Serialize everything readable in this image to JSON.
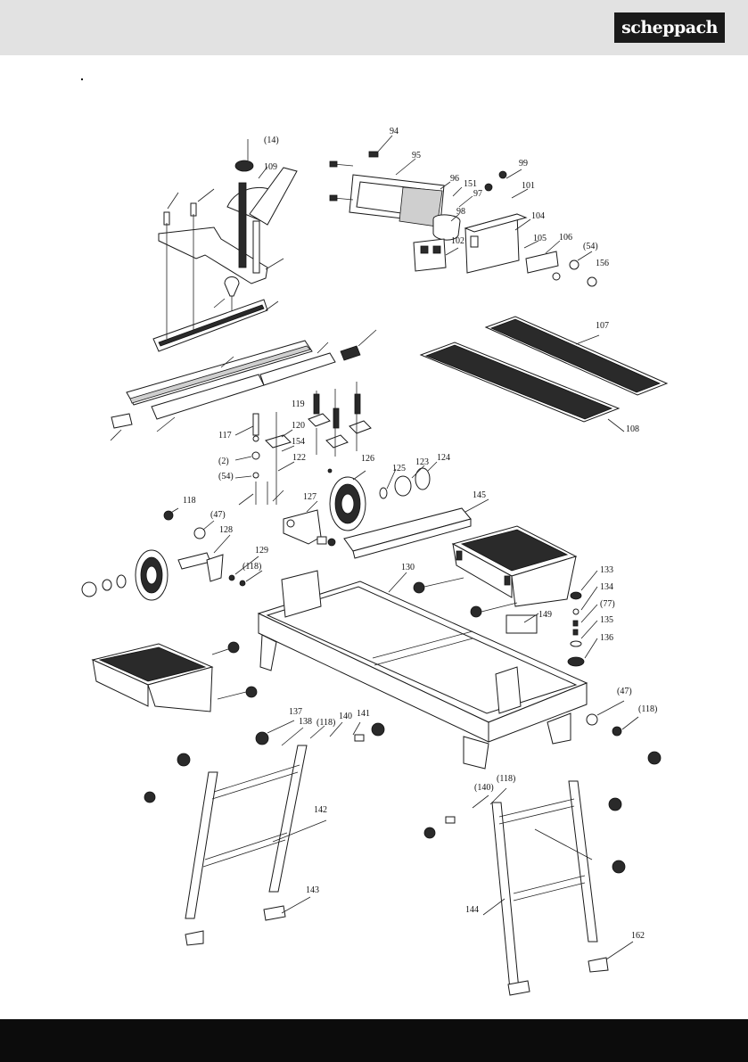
{
  "header": {
    "brand": "scheppach"
  },
  "labels": [
    {
      "id": "l14",
      "text": "(14)"
    },
    {
      "id": "l109",
      "text": "109"
    },
    {
      "id": "l94",
      "text": "94"
    },
    {
      "id": "l95",
      "text": "95"
    },
    {
      "id": "l96",
      "text": "96"
    },
    {
      "id": "l151",
      "text": "151"
    },
    {
      "id": "l97",
      "text": "97"
    },
    {
      "id": "l99",
      "text": "99"
    },
    {
      "id": "l101",
      "text": "101"
    },
    {
      "id": "l98",
      "text": "98"
    },
    {
      "id": "l104",
      "text": "104"
    },
    {
      "id": "l102",
      "text": "102"
    },
    {
      "id": "l105",
      "text": "105"
    },
    {
      "id": "l106",
      "text": "106"
    },
    {
      "id": "l54a",
      "text": "(54)"
    },
    {
      "id": "l156",
      "text": "156"
    },
    {
      "id": "l107",
      "text": "107"
    },
    {
      "id": "l108",
      "text": "108"
    },
    {
      "id": "l119",
      "text": "119"
    },
    {
      "id": "l117",
      "text": "117"
    },
    {
      "id": "l120",
      "text": "120"
    },
    {
      "id": "l154",
      "text": "154"
    },
    {
      "id": "l2",
      "text": "(2)"
    },
    {
      "id": "l122",
      "text": "122"
    },
    {
      "id": "l54b",
      "text": "(54)"
    },
    {
      "id": "l126",
      "text": "126"
    },
    {
      "id": "l125",
      "text": "125"
    },
    {
      "id": "l123",
      "text": "123"
    },
    {
      "id": "l124",
      "text": "124"
    },
    {
      "id": "l118a",
      "text": "118"
    },
    {
      "id": "l127",
      "text": "127"
    },
    {
      "id": "l145",
      "text": "145"
    },
    {
      "id": "l47a",
      "text": "(47)"
    },
    {
      "id": "l128",
      "text": "128"
    },
    {
      "id": "l129",
      "text": "129"
    },
    {
      "id": "l118b",
      "text": "(118)"
    },
    {
      "id": "l130",
      "text": "130"
    },
    {
      "id": "l133",
      "text": "133"
    },
    {
      "id": "l134",
      "text": "134"
    },
    {
      "id": "l77",
      "text": "(77)"
    },
    {
      "id": "l149",
      "text": "149"
    },
    {
      "id": "l135",
      "text": "135"
    },
    {
      "id": "l136",
      "text": "136"
    },
    {
      "id": "l47b",
      "text": "(47)"
    },
    {
      "id": "l118c",
      "text": "(118)"
    },
    {
      "id": "l137",
      "text": "137"
    },
    {
      "id": "l138",
      "text": "138"
    },
    {
      "id": "l118d",
      "text": "(118)"
    },
    {
      "id": "l140a",
      "text": "140"
    },
    {
      "id": "l141",
      "text": "141"
    },
    {
      "id": "l140b",
      "text": "(140)"
    },
    {
      "id": "l118e",
      "text": "(118)"
    },
    {
      "id": "l142",
      "text": "142"
    },
    {
      "id": "l143",
      "text": "143"
    },
    {
      "id": "l144",
      "text": "144"
    },
    {
      "id": "l162",
      "text": "162"
    }
  ]
}
